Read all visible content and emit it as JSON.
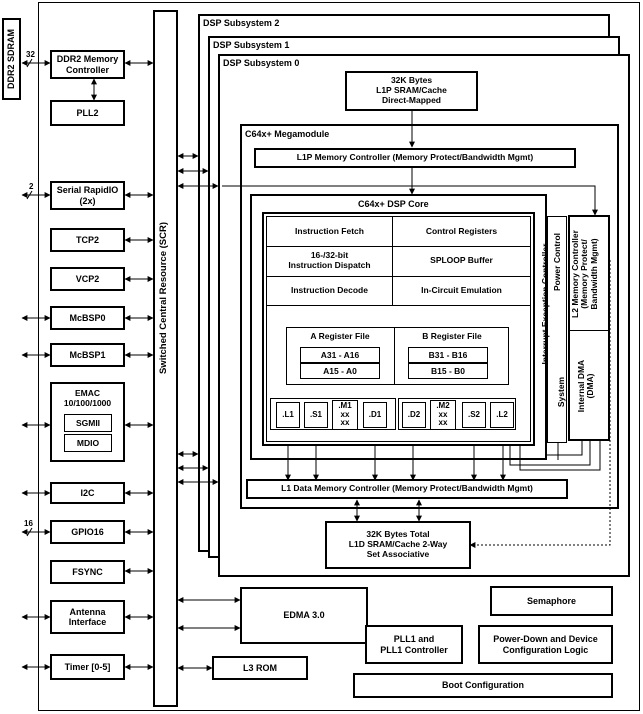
{
  "ddr2_sdram": "DDR2 SDRAM",
  "bus_labels": {
    "ddr2": "32",
    "srio": "2",
    "gpio": "16"
  },
  "periph": {
    "ddr2_ctrl": "DDR2 Memory\nController",
    "pll2": "PLL2",
    "srio": "Serial RapidIO\n(2x)",
    "tcp2": "TCP2",
    "vcp2": "VCP2",
    "mcbsp0": "McBSP0",
    "mcbsp1": "McBSP1",
    "emac_title": "EMAC\n10/100/1000",
    "sgmii": "SGMII",
    "mdio": "MDIO",
    "i2c": "I2C",
    "gpio16": "GPIO16",
    "fsync": "FSYNC",
    "antenna": "Antenna\nInterface",
    "timer": "Timer [0-5]"
  },
  "scr_label": "Switched Central Resource (SCR)",
  "dsp": {
    "sub2": "DSP Subsystem 2",
    "sub1": "DSP Subsystem 1",
    "sub0": "DSP Subsystem 0",
    "l1p_sram": "32K Bytes\nL1P SRAM/Cache\nDirect-Mapped",
    "megamodule": "C64x+ Megamodule",
    "l1p_ctrl": "L1P Memory Controller (Memory Protect/Bandwidth Mgmt)",
    "core_title": "C64x+ DSP Core",
    "inst_fetch": "Instruction Fetch",
    "ctrl_regs": "Control Registers",
    "inst_dispatch": "16-/32-bit\nInstruction Dispatch",
    "sploop": "SPLOOP Buffer",
    "inst_decode": "Instruction Decode",
    "ice": "In-Circuit Emulation",
    "a_regfile": "A Register File",
    "a_hi": "A31 - A16",
    "a_lo": "A15 - A0",
    "b_regfile": "B Register File",
    "b_hi": "B31 - B16",
    "b_lo": "B15 - B0",
    "units": [
      ".L1",
      ".S1",
      ".M1\nxx\nxx",
      ".D1",
      ".D2",
      ".M2\nxx\nxx",
      ".S2",
      ".L2"
    ],
    "power_ctrl": "Power Control",
    "int_exc": "Interrupt Exception Controller",
    "system": "System",
    "l2_ctrl": "L2 Memory Controller\n(Memory Protect/\nBandwidth Mgmt)",
    "idma": "Internal DMA\n(DMA)",
    "l1d_ctrl": "L1 Data Memory Controller (Memory Protect/Bandwidth Mgmt)",
    "l1d_sram": "32K Bytes Total\nL1D SRAM/Cache 2-Way\nSet Associative"
  },
  "bottom": {
    "edma": "EDMA 3.0",
    "l3rom": "L3 ROM",
    "semaphore": "Semaphore",
    "pll1": "PLL1 and\nPLL1 Controller",
    "power_down": "Power-Down and Device\nConfiguration Logic",
    "boot": "Boot Configuration"
  }
}
